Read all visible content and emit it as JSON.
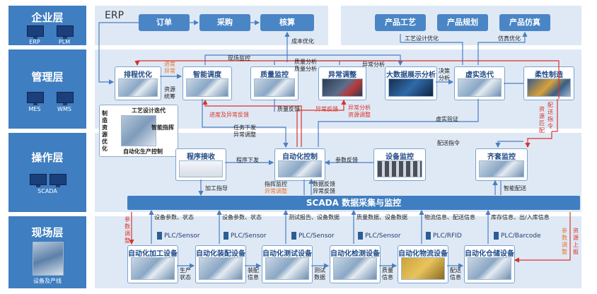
{
  "layers": {
    "enterprise": {
      "title": "企业层",
      "systems": [
        "ERP",
        "PLM"
      ]
    },
    "management": {
      "title": "管理层",
      "systems": [
        "MES",
        "WMS"
      ]
    },
    "operation": {
      "title": "操作层",
      "systems": [
        "SCADA"
      ]
    },
    "field": {
      "title": "现场层",
      "caption": "设备及产线"
    }
  },
  "enterprise": {
    "erp_label": "ERP",
    "buttons": [
      "订单",
      "采购",
      "核算",
      "产品工艺",
      "产品规划",
      "产品仿真"
    ]
  },
  "management": {
    "modules": [
      "排程优化",
      "智能调度",
      "质量监控",
      "异常调整",
      "大数据展示分析",
      "虚实迭代",
      "柔性制造"
    ]
  },
  "operation": {
    "inset_labels": [
      "工艺设计迭代",
      "智能指挥",
      "制造资源优化",
      "自动化生产控制"
    ],
    "modules": [
      "程序接收",
      "自动化控制",
      "设备监控",
      "齐套监控"
    ]
  },
  "scada_bar": "SCADA 数据采集与监控",
  "field": {
    "plcs": [
      "PLC/Sensor",
      "PLC/Sensor",
      "PLC/Sensor",
      "PLC/Sensor",
      "PLC/RFID",
      "PLC/Barcode"
    ],
    "devices": [
      "自动化加工设备",
      "自动化装配设备",
      "自动化测试设备",
      "自动化检测设备",
      "自动化物流设备",
      "自动化仓储设备"
    ]
  },
  "flow_labels": {
    "cost_opt": "成本优化",
    "process_opt": "工艺设计优化",
    "sim_opt": "仿真优化",
    "process_monitor": "现场监控",
    "quality_analysis_1": "质量分析",
    "quality_analysis_2": "质量分析",
    "anomaly_analysis_top": "异常分析",
    "progress_report": "进度",
    "anomaly_report": "异常",
    "resource_1": "资源",
    "resource_2": "统筹",
    "decision_1": "决策",
    "decision_2": "分析",
    "quality_feedback": "质量反馈",
    "anomaly_feedback": "异常反馈",
    "progress_anomaly_feedback": "进度及异常反馈",
    "anomaly_analysis": "异常分析",
    "resource_adjust": "资源调整",
    "task_dispatch": "任务下发",
    "anomaly_adjust": "异常调整",
    "virtual_verify": "虚实验证",
    "dispatch_cmd_1": "配送指令",
    "dispatch_cmd_2": "配送指令",
    "resource_config": "资源匹配",
    "program_dispatch": "程序下发",
    "param_feedback": "参数反馈",
    "process_cmd": "加工指导",
    "command_monitor": "指挥监控",
    "anomaly_adjust_2": "异常调整",
    "data_feedback": "数据反馈",
    "anomaly_feedback_2": "异常反馈",
    "smart_dispatch": "智能配送",
    "params_1": "设备参数、状态",
    "params_2": "设备参数、状态",
    "test_report": "测试报告、设备数据",
    "quality_data": "质量数据、设备数据",
    "logistics": "物流信息、配送信息",
    "inventory": "库存信息、出/入库信息",
    "param_adjust": "参数调整",
    "param_adjust_2": "参数调整",
    "resource_report": "资源上报",
    "prod_status_1": "生产",
    "prod_status_2": "状态",
    "assembly_1": "装配",
    "assembly_2": "信息",
    "test_1": "测试",
    "test_2": "数据",
    "quality_1": "质量",
    "quality_2": "信息",
    "delivery_1": "配送",
    "delivery_2": "信息"
  },
  "colors": {
    "band": "#dfe9f5",
    "layer": "#3f7ec0",
    "accent_orange": "#e8732a",
    "accent_red": "#d9332a"
  }
}
